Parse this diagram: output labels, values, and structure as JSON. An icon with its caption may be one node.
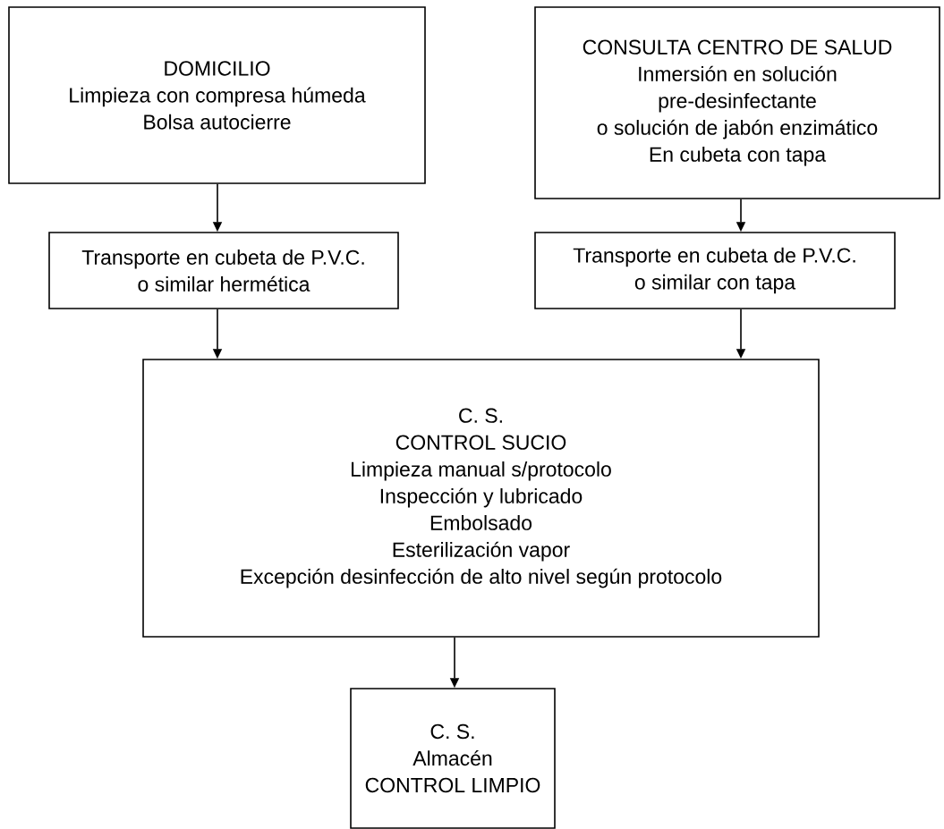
{
  "diagram": {
    "nodes": [
      {
        "text": [
          "DOMICILIO",
          "Limpieza con compresa húmeda",
          "Bolsa autocierre"
        ]
      },
      {
        "text": [
          "CONSULTA CENTRO DE SALUD",
          "Inmersión en solución",
          "pre-desinfectante",
          "o solución de jabón enzimático",
          "En cubeta con tapa"
        ]
      },
      {
        "text": [
          "Transporte en cubeta de P.V.C.",
          "o similar hermética"
        ]
      },
      {
        "text": [
          "Transporte en cubeta de P.V.C.",
          "o similar con tapa"
        ]
      },
      {
        "text": [
          "C. S.",
          "CONTROL SUCIO",
          "Limpieza manual s/protocolo",
          "Inspección y lubricado",
          "Embolsado",
          "Esterilización vapor",
          "Excepción desinfección de alto nivel según protocolo"
        ]
      },
      {
        "text": [
          "C. S.",
          "Almacén",
          "CONTROL LIMPIO"
        ]
      }
    ],
    "edges": [
      {
        "from": 0,
        "to": 2,
        "arrow": "to"
      },
      {
        "from": 1,
        "to": 3,
        "arrow": "to"
      },
      {
        "from": 2,
        "to": 4,
        "arrow": "to"
      },
      {
        "from": 3,
        "to": 4,
        "arrow": "to"
      },
      {
        "from": 4,
        "to": 5,
        "arrow": "to"
      }
    ]
  }
}
